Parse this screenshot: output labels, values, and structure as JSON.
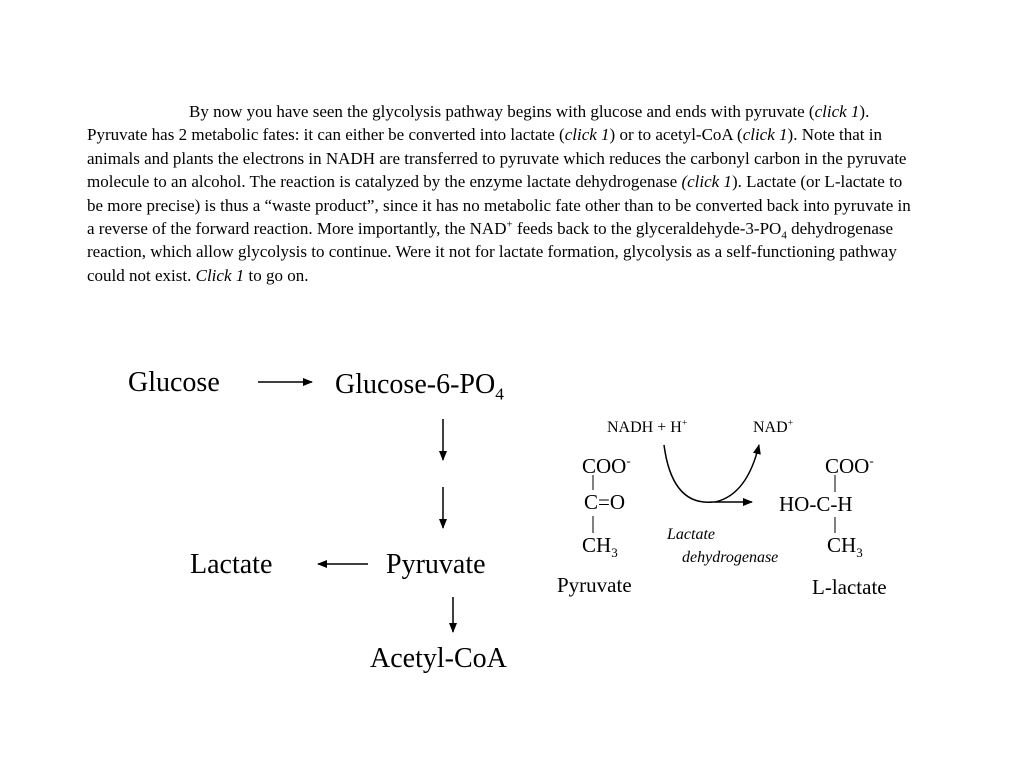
{
  "paragraph": {
    "s1": "By now you have seen the glycolysis pathway begins with glucose and ends with pyruvate (",
    "s1_click": "click 1",
    "s2": ").  Pyruvate has 2 metabolic fates: it can either be converted into lactate (",
    "s2_click": "click 1",
    "s3": ") or to acetyl-CoA (",
    "s3_click": "click 1",
    "s4": "). Note that in animals and plants the electrons in NADH are transferred to pyruvate which reduces the carbonyl carbon in the pyruvate molecule to an alcohol.  The reaction is catalyzed by the enzyme lactate dehydrogenase ",
    "s4_click": "(click 1",
    "s5": ").  Lactate (or L-lactate to be more precise) is thus a “waste product”, since it has no metabolic fate other than to be converted back into pyruvate in a reverse of the forward reaction.  More importantly, the NAD",
    "s5_sup": "+",
    "s6": " feeds back to the glyceraldehyde-3-PO",
    "s6_sub": "4",
    "s7": " dehydrogenase reaction, which allow glycolysis to continue.  Were it not for lactate formation, glycolysis as a self-functioning pathway could not exist.  ",
    "s7_click": "Click 1",
    "s8": " to go on."
  },
  "pathway": {
    "glucose": "Glucose",
    "g6p": "Glucose-6-PO",
    "g6p_sub": "4",
    "pyruvate": "Pyruvate",
    "lactate": "Lactate",
    "acetyl_coa": "Acetyl-CoA"
  },
  "reaction": {
    "nadh": "NADH + H",
    "nadh_sup": "+",
    "nad": "NAD",
    "nad_sup": "+",
    "pyr_coo": "COO",
    "pyr_coo_sup": "-",
    "pyr_co": "C=O",
    "pyr_ch3": "CH",
    "pyr_ch3_sub": "3",
    "pyr_name": "Pyruvate",
    "lac_coo": "COO",
    "lac_coo_sup": "-",
    "lac_hoch": "HO-C-H",
    "lac_ch3": "CH",
    "lac_ch3_sub": "3",
    "lac_name": "L-lactate",
    "enzyme_line1": "Lactate",
    "enzyme_line2": "dehydrogenase"
  }
}
